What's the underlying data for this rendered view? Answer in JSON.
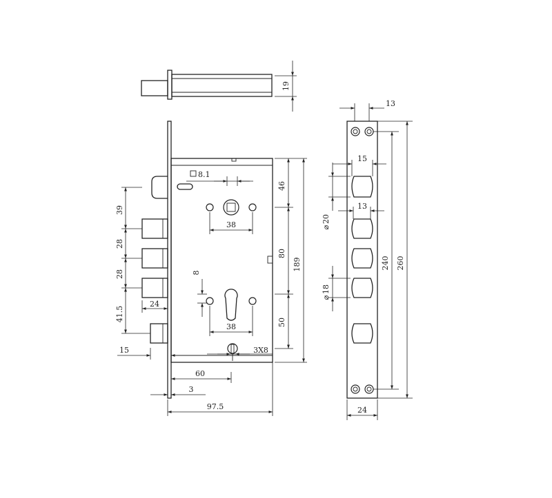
{
  "dimensions": {
    "bolt_height": "19",
    "plate_width": "13",
    "spindle_square": "8.1",
    "top_to_spindle": "46",
    "latch_spacing": "39",
    "deadbolt_spacing_1": "28",
    "deadbolt_spacing_2": "28",
    "deadbolt_spacing_3": "41.5",
    "bolt_throw": "24",
    "spindle_holes": "38",
    "spindle_to_cylinder": "80",
    "cylinder_slot": "8",
    "cylinder_holes": "38",
    "cylinder_to_bottom": "50",
    "case_height": "189",
    "screw": "3X8",
    "backset_offset": "15",
    "backset": "60",
    "faceplate_thickness": "3",
    "case_depth": "97.5",
    "strike_opening_width": "15",
    "strike_dia_20": "20",
    "strike_opening_13": "13",
    "strike_dia_18": "18",
    "strike_hole_span": "240",
    "strike_length": "260",
    "strike_width": "24"
  }
}
